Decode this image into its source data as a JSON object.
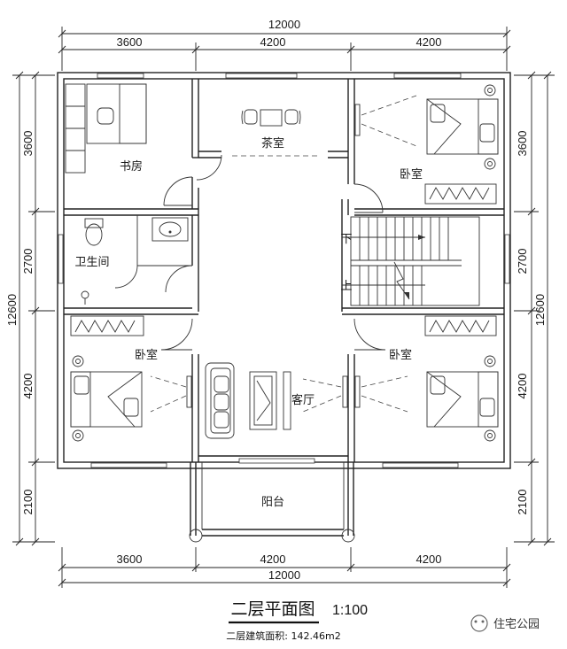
{
  "dimensions": {
    "top_total": "12000",
    "top_segments": [
      "3600",
      "4200",
      "4200"
    ],
    "bottom_total": "12000",
    "bottom_segments": [
      "3600",
      "4200",
      "4200"
    ],
    "left_total": "12600",
    "left_segments": [
      "3600",
      "2700",
      "4200",
      "2100"
    ],
    "right_total": "12600",
    "right_segments": [
      "3600",
      "2700",
      "4200",
      "2100"
    ]
  },
  "rooms": {
    "study": "书房",
    "tea_room": "茶室",
    "bedroom_ne": "卧室",
    "bathroom": "卫生间",
    "stair_down": "下",
    "stair_up": "上",
    "bedroom_sw": "卧室",
    "bedroom_se": "卧室",
    "living_room": "客厅",
    "balcony": "阳台"
  },
  "footer": {
    "title": "二层平面图",
    "scale": "1:100",
    "area_label": "二层建筑面积: 142.46m2",
    "brand": "住宅公园"
  }
}
